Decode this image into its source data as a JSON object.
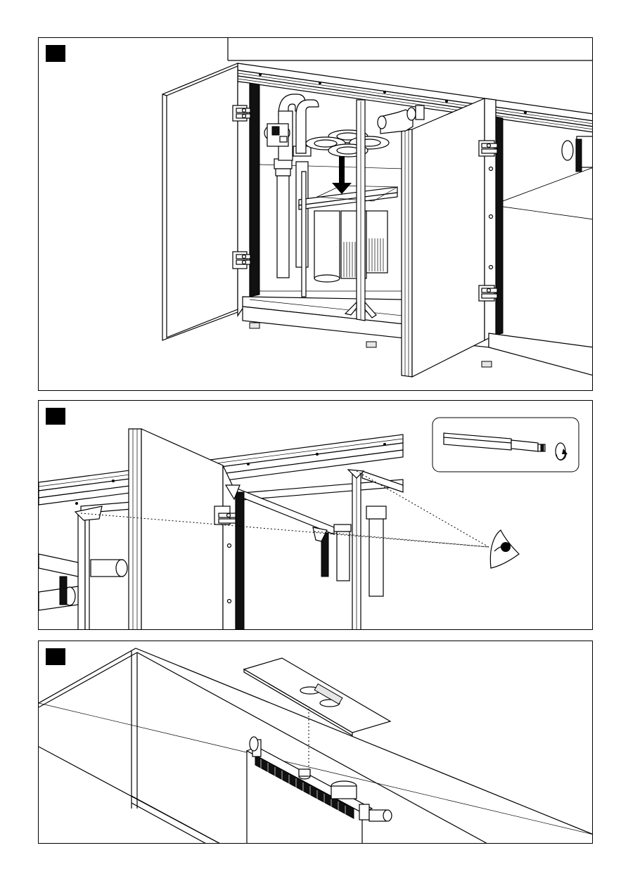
{
  "steps": [
    {
      "id": "step-1",
      "badge_color": "#000000"
    },
    {
      "id": "step-2",
      "badge_color": "#000000"
    },
    {
      "id": "step-3",
      "badge_color": "#000000"
    }
  ],
  "icons": {
    "step1": [
      "cabinet-open-doors",
      "pump-icon",
      "filter-sock-holder",
      "down-arrow-icon"
    ],
    "step2": [
      "cabinet-frame",
      "hinge-icon",
      "eye-icon",
      "rotate-arrow-icon",
      "adjustment-rod-inset"
    ],
    "step3": [
      "tank-lid-panel",
      "sump-overflow-box"
    ]
  },
  "colors": {
    "line": "#000000",
    "background": "#ffffff",
    "badge": "#000000"
  }
}
